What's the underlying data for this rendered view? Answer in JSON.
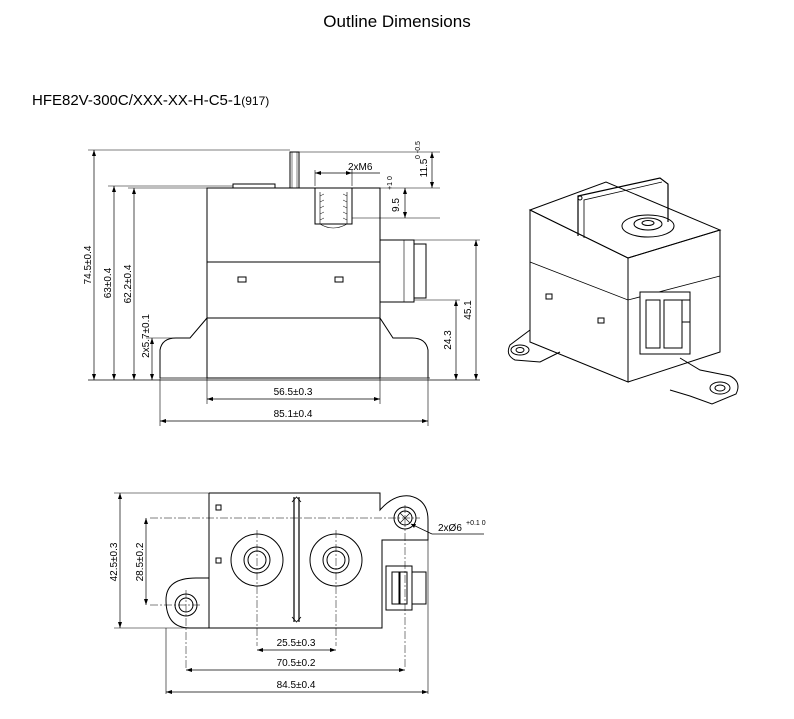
{
  "title": "Outline Dimensions",
  "model": {
    "main": "HFE82V-300C/XXX-XX-H-C5-1",
    "suffix": "(917)"
  },
  "front_view": {
    "height_overall": "74.5±0.4",
    "height_body": "63±0.4",
    "height_top": "62.2±0.4",
    "flange_height": "2x5.7±0.1",
    "thread": "2xM6",
    "thread_depth": "9.5",
    "thread_depth_tol": "+1 0",
    "terminal_height": "11.5",
    "terminal_height_tol": "0 -0.5",
    "connector_height": "45.1",
    "connector_bottom": "24.3",
    "body_width": "56.5±0.3",
    "overall_width": "85.1±0.4"
  },
  "top_view": {
    "depth_overall": "42.5±0.3",
    "depth_holes": "28.5±0.2",
    "hole_dia": "2xØ6",
    "hole_dia_tol": "+0.1 0",
    "terminal_pitch": "25.5±0.3",
    "hole_pitch": "70.5±0.2",
    "overall_width": "84.5±0.4"
  }
}
